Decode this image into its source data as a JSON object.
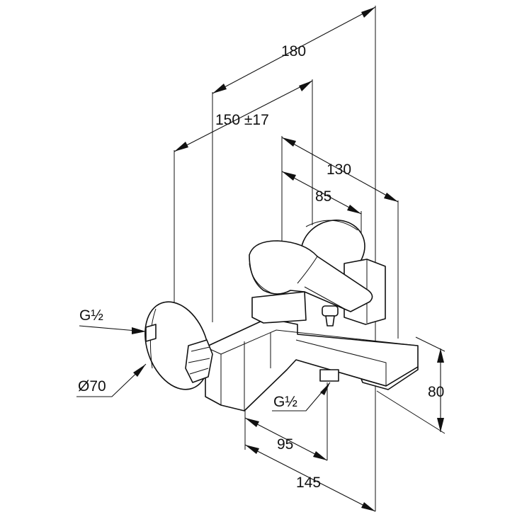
{
  "dimensions": {
    "overall_width": "180",
    "wall_to_center": "150 ±17",
    "spout_reach": "130",
    "handle_reach": "85",
    "height": "80",
    "outlet_offset": "95",
    "body_width": "145"
  },
  "labels": {
    "inlet_thread": "G½",
    "rosette_diameter": "Ø70",
    "outlet_thread": "G½"
  }
}
